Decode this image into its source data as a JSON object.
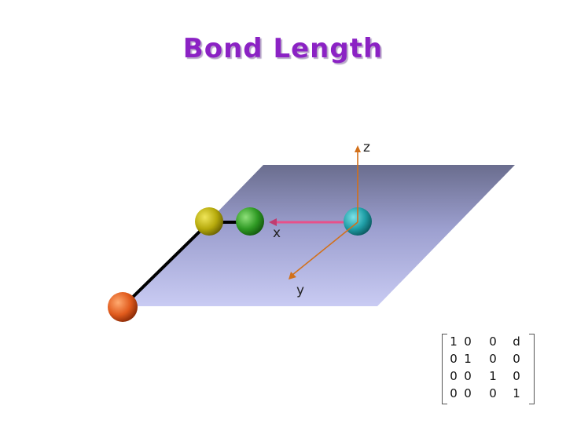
{
  "title": "Bond Length",
  "axes": {
    "x": "x",
    "y": "y",
    "z": "z"
  },
  "colors": {
    "title": "#8b22c4",
    "plane_top": "#6a6d8e",
    "plane_bottom": "#c9cbf3",
    "bond": "#000000",
    "x_axis": "#e8508a",
    "y_axis": "#d2701a",
    "z_axis": "#d2701a",
    "atom_left": "#b6aa0c",
    "atom_green": "#2f9a24",
    "atom_teal": "#1f9ea6",
    "atom_orange": "#e05a1c"
  },
  "atoms": [
    "olive-atom",
    "green-atom",
    "teal-atom",
    "orange-atom"
  ],
  "matrix": [
    [
      "1",
      "0",
      "0",
      "d"
    ],
    [
      "0",
      "1",
      "0",
      "0"
    ],
    [
      "0",
      "0",
      "1",
      "0"
    ],
    [
      "0",
      "0",
      "0",
      "1"
    ]
  ]
}
